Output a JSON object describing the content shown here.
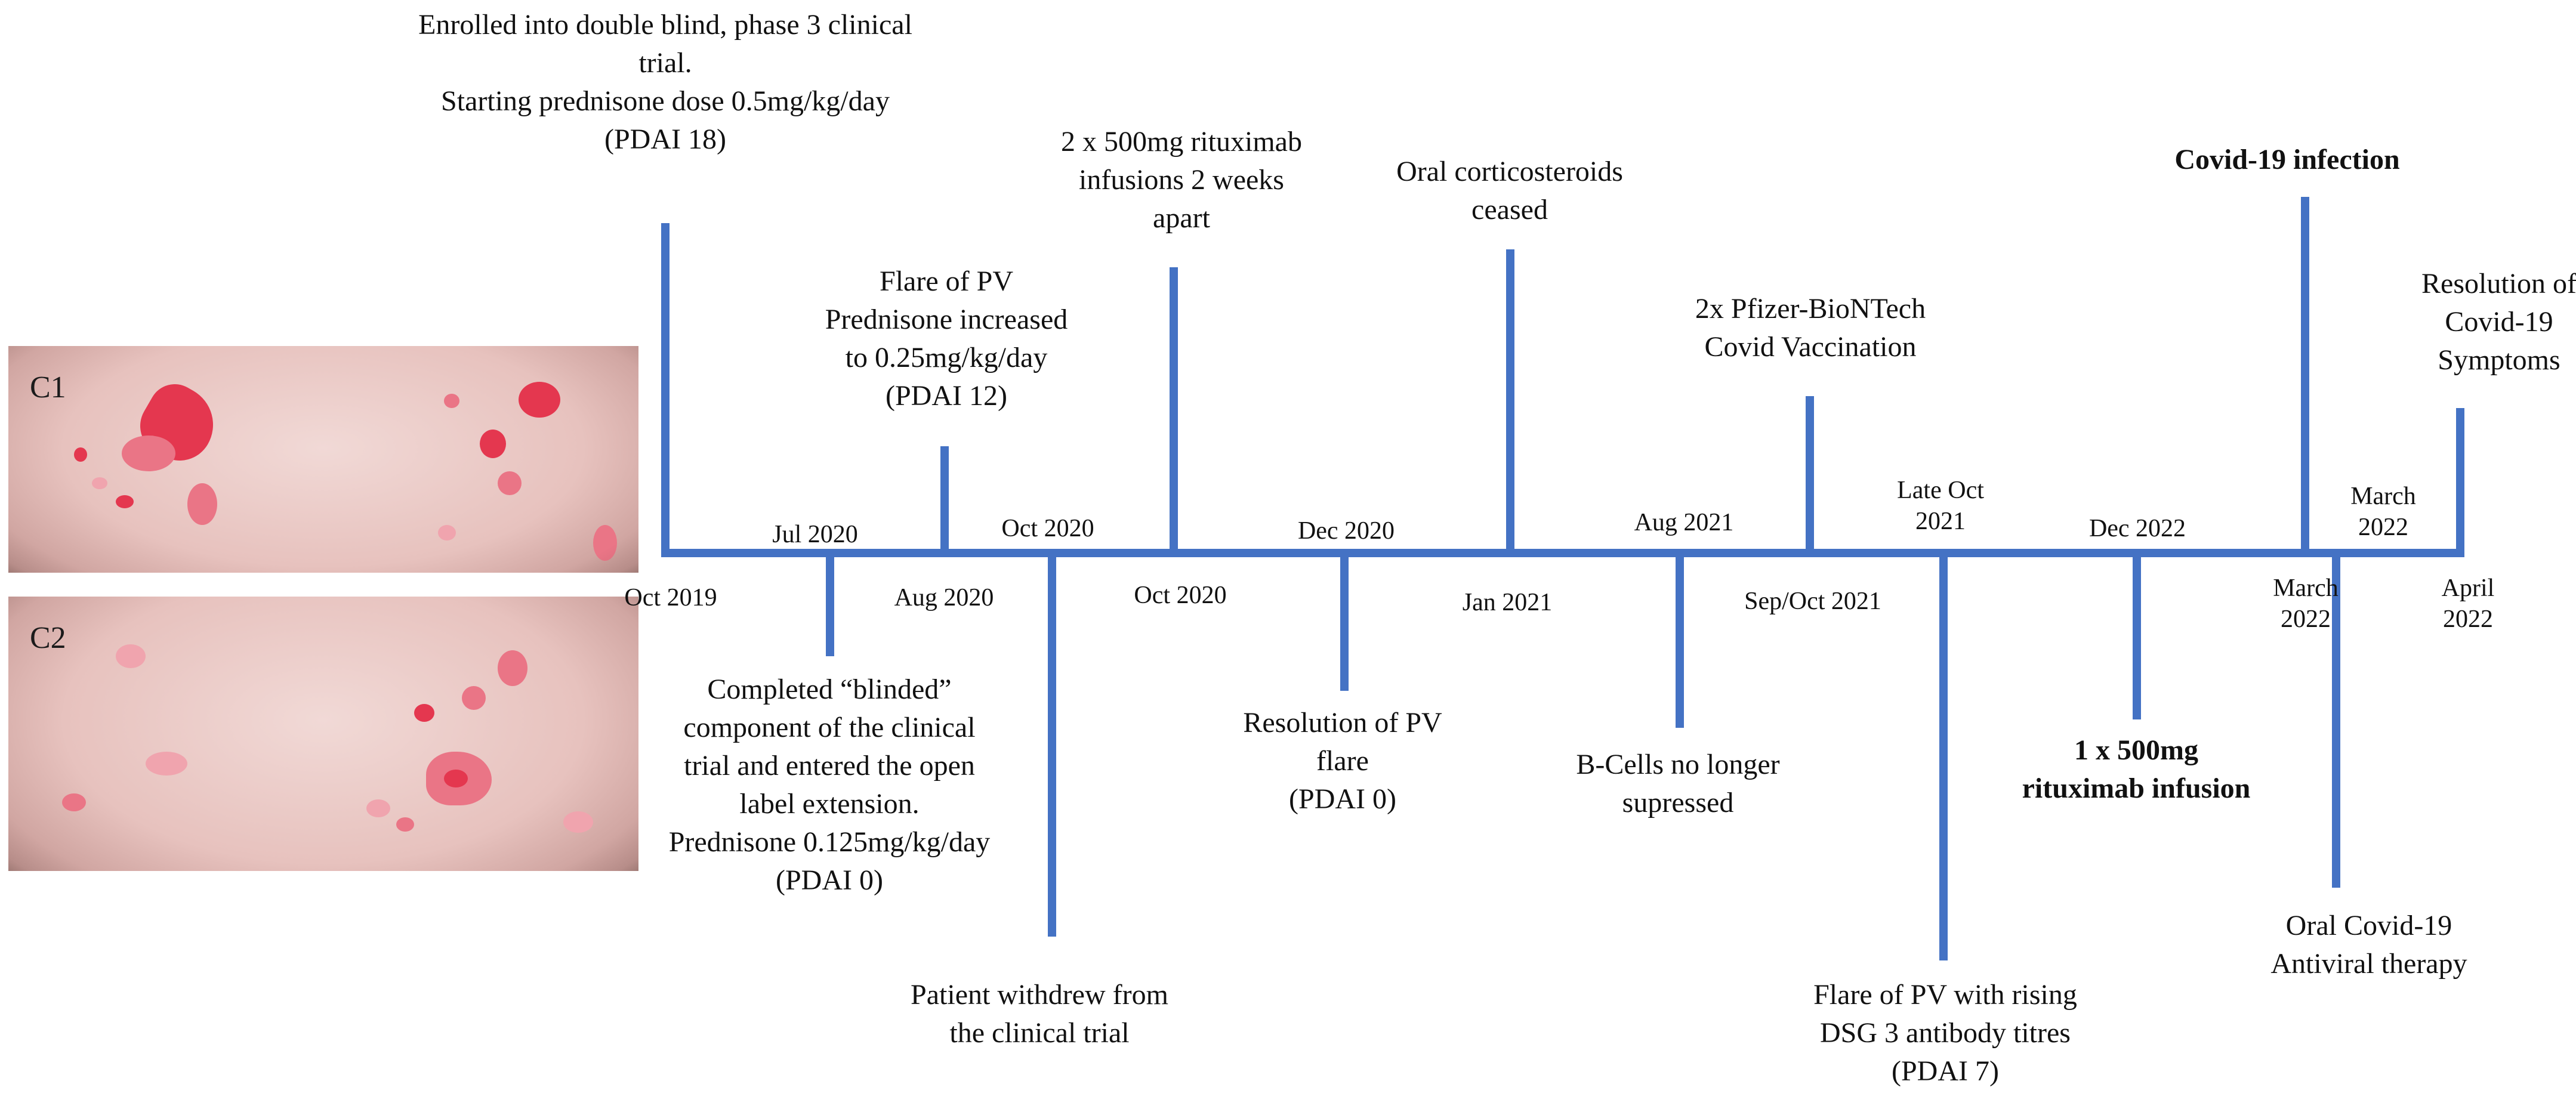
{
  "photos": [
    {
      "label": "C1"
    },
    {
      "label": "C2"
    }
  ],
  "timeline": {
    "line_color": "#4472c4",
    "events_above": [
      {
        "lines": [
          "Enrolled into double blind, phase 3 clinical",
          "trial.",
          "Starting prednisone dose 0.5mg/kg/day",
          "(PDAI 18)"
        ],
        "bold": false
      },
      {
        "lines": [
          "Flare of PV",
          "Prednisone increased",
          "to 0.25mg/kg/day",
          "(PDAI 12)"
        ],
        "bold": false
      },
      {
        "lines": [
          "2 x 500mg rituximab",
          "infusions 2 weeks",
          "apart"
        ],
        "bold": false
      },
      {
        "lines": [
          "Oral corticosteroids",
          "ceased"
        ],
        "bold": false
      },
      {
        "lines": [
          "2x Pfizer-BioNTech",
          "Covid Vaccination"
        ],
        "bold": false
      },
      {
        "lines": [
          "Covid-19 infection"
        ],
        "bold": true
      },
      {
        "lines": [
          "Resolution of",
          "Covid-19",
          "Symptoms"
        ],
        "bold": false
      }
    ],
    "events_below": [
      {
        "lines": [
          "Completed “blinded”",
          "component of the clinical",
          "trial and entered the open",
          "label extension.",
          "Prednisone 0.125mg/kg/day",
          "(PDAI 0)"
        ],
        "bold": false
      },
      {
        "lines": [
          "Patient withdrew from",
          "the clinical trial"
        ],
        "bold": false
      },
      {
        "lines": [
          "Resolution of PV",
          "flare",
          "(PDAI 0)"
        ],
        "bold": false
      },
      {
        "lines": [
          "B-Cells no longer",
          "supressed"
        ],
        "bold": false
      },
      {
        "lines": [
          "Flare of PV with rising",
          "DSG 3 antibody titres",
          "(PDAI 7)"
        ],
        "bold": false
      },
      {
        "lines": [
          "1 x 500mg",
          "rituximab infusion"
        ],
        "bold": true
      },
      {
        "lines": [
          "Oral Covid-19",
          "Antiviral therapy"
        ],
        "bold": false
      }
    ],
    "dates_upper": [
      {
        "lines": [
          "Jul 2020"
        ]
      },
      {
        "lines": [
          "Oct 2020"
        ]
      },
      {
        "lines": [
          "Dec 2020"
        ]
      },
      {
        "lines": [
          "Aug 2021"
        ]
      },
      {
        "lines": [
          "Late Oct",
          "2021"
        ]
      },
      {
        "lines": [
          "Dec 2022"
        ]
      },
      {
        "lines": [
          "March",
          "2022"
        ]
      }
    ],
    "dates_lower": [
      {
        "lines": [
          "Oct 2019"
        ]
      },
      {
        "lines": [
          "Aug 2020"
        ]
      },
      {
        "lines": [
          "Oct 2020"
        ]
      },
      {
        "lines": [
          "Jan 2021"
        ]
      },
      {
        "lines": [
          "Sep/Oct 2021"
        ]
      },
      {
        "lines": [
          "March",
          "2022"
        ]
      },
      {
        "lines": [
          "April",
          "2022"
        ]
      }
    ]
  }
}
